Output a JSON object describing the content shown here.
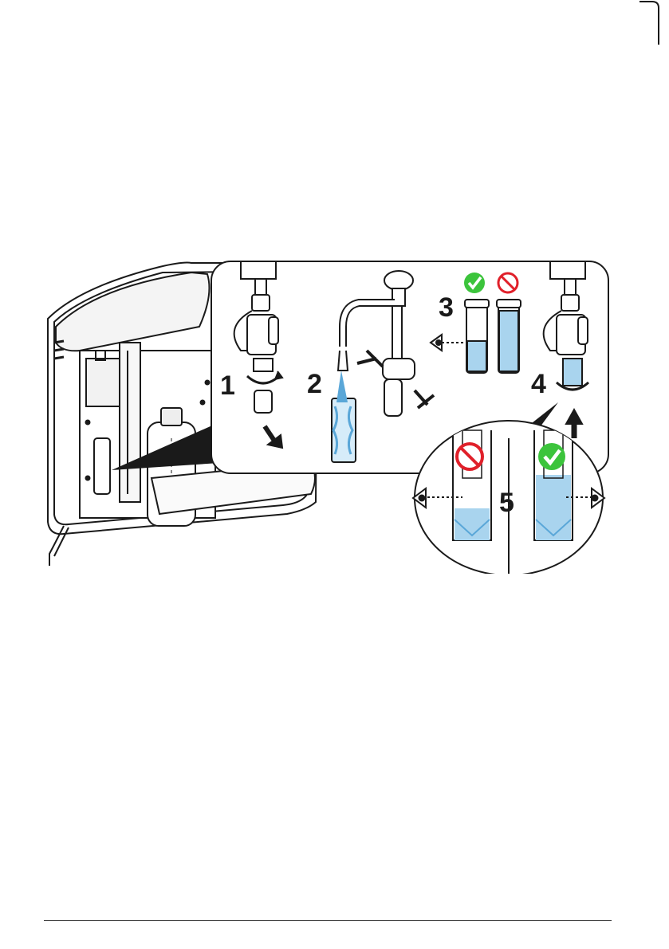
{
  "colors": {
    "water": "#a9d4ee",
    "water_dark": "#5aa7d8",
    "ok": "#3cc43c",
    "no": "#e0202a",
    "line": "#1a1a1a",
    "panel": "#ffffff"
  },
  "icons": {
    "ok_mark": "check-mark-icon",
    "no_mark": "prohibited-icon",
    "eye": "eye-icon"
  },
  "steps": {
    "s1": "1",
    "s2": "2",
    "s3": "3",
    "s4": "4",
    "s5": "5"
  }
}
